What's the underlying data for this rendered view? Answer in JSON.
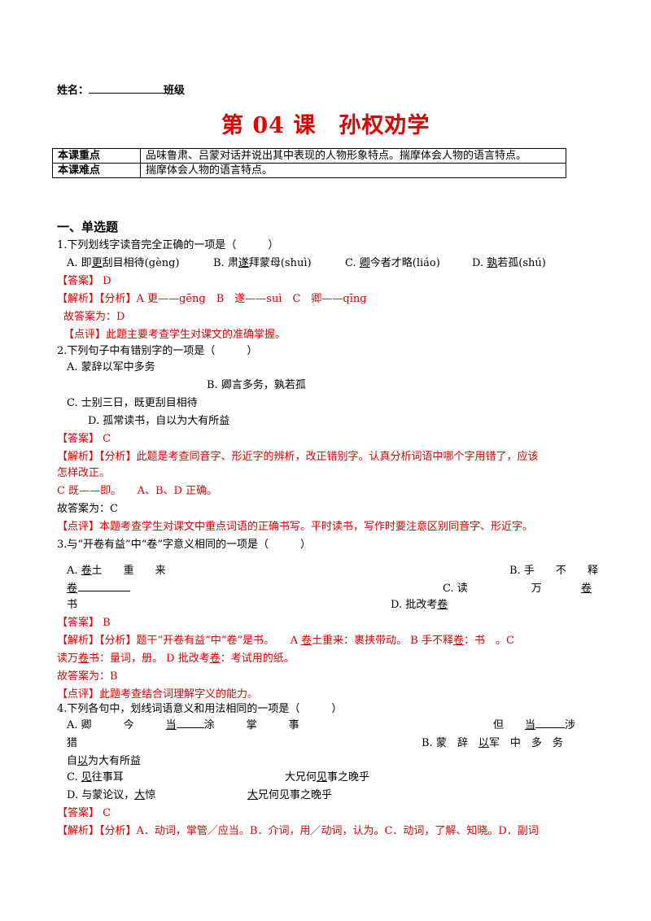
{
  "header": {
    "name_label": "姓名：",
    "class_label": "班级"
  },
  "title": "第 04 课　孙权劝学",
  "info_table": [
    {
      "key": "本课重点",
      "value": "品味鲁肃、吕蒙对话并说出其中表现的人物形象特点。揣摩体会人物的语言特点。"
    },
    {
      "key": "本课难点",
      "value": "揣摩体会人物的语言特点。"
    }
  ],
  "section_title": "一、单选题",
  "q1": {
    "stem": "1.下列划线字读音完全正确的一项是（　　　）",
    "opts": {
      "a_pre": "A. 即",
      "a_u": "更",
      "a_post": "刮目相待(gèng)",
      "b_pre": "B. 肃",
      "b_u": "遂",
      "b_post": "拜蒙母(shuì)",
      "c_pre": "C. ",
      "c_u": "卿",
      "c_post": "今者才略(liáo)",
      "d_pre": "D. ",
      "d_u": "孰",
      "d_post": "若孤(shú)"
    },
    "answer": "【答案】 D",
    "analysis": "【解析】【分析】A 更——gēng　B　遂——suì　C　卿——qīng",
    "conclusion": "故答案为：D",
    "comment": "【点评】此题主要考查学生对课文的准确掌握。"
  },
  "q2": {
    "stem": "2.下列句子中有错别字的一项是（　　　）",
    "a": "A. 蒙辞以军中多务",
    "b": "B. 卿言多务，孰若孤",
    "c": "C. 士别三日，既更刮目相待",
    "d": "D. 孤常读书，自以为大有所益",
    "answer": "【答案】 C",
    "analysis1": "【解析】【分析】此题是考查同音字、形近字的辨析，改正错别字。认真分析词语中哪个字用错了，应该",
    "analysis2": "怎样改正。",
    "analysis3": "C 既——即。　　A、B、D 正确。",
    "conclusion": "故答案为：C",
    "comment": "【点评】本题考查学生对课文中重点词语的正确书写。平时读书，写作时要注意区别同音字、形近字。"
  },
  "q3": {
    "stem": "3.与“开卷有益”中“卷”字意义相同的一项是（　　　）",
    "a_pre": "A. ",
    "a_u": "卷",
    "a_rest": "土　　重　　来",
    "b_text": "B. 手　　不　　释",
    "b_u": "卷",
    "c_text": "C. 读　　　　　　万　　　　　　",
    "c_u": "卷",
    "c_end": "书",
    "d_pre": "D. 批改考",
    "d_u": "卷",
    "answer": "【答案】 B",
    "analysis1_a": "【解析】【分析】题干“开卷有益”中“卷”是书。　　A ",
    "analysis1_au": "卷",
    "analysis1_b": "土重来：裹挟带动。 B 手不释",
    "analysis1_bu": "卷",
    "analysis1_c": "：书　。C",
    "analysis2_a": "读万",
    "analysis2_u1": "卷",
    "analysis2_b": "书：量词，册。 D 批改考",
    "analysis2_u2": "卷",
    "analysis2_c": "：考试用的纸。",
    "conclusion": "故答案为：B",
    "comment": "【点评】此题考查结合词理解字义的能力。"
  },
  "q4": {
    "stem": "4.下列各句中，划线词语意义和用法相同的一项是（　　　）",
    "a_text": "A. 卿　　　今　　　",
    "a_u": "当",
    "a_rest": "涂　　　掌　　　事",
    "a2_pre": "但　　",
    "a2_u": "当",
    "a2_rest": "涉",
    "a3": "猎",
    "b_text": "B. 蒙　辞　",
    "b_u": "以",
    "b_rest": "军　中　多　务",
    "b2_pre": "自",
    "b2_u": "以",
    "b2_rest": "为大有所益",
    "c_pre": "C. ",
    "c_u": "见",
    "c_rest": "往事耳",
    "c2_pre": "大兄何",
    "c2_u": "见",
    "c2_rest": "事之晚乎",
    "d_pre": "D. 与蒙论议，",
    "d_u": "大",
    "d_rest": "惊",
    "d2_u": "大",
    "d2_rest": "兄何见事之晚乎",
    "answer": "【答案】 C",
    "analysis": "【解析】【分析】A．动词，掌管／应当。B．介词，用／动词，认为。C．动词，了解、知晓。D．副词"
  }
}
